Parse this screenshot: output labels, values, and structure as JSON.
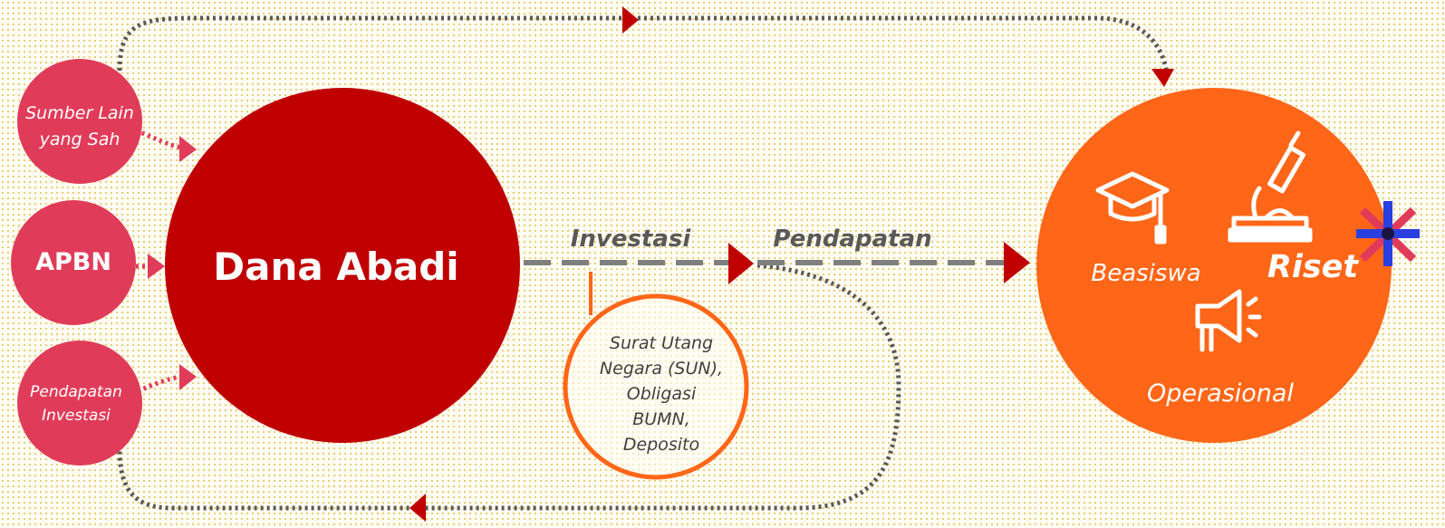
{
  "sources": {
    "sumber_lain": {
      "line1": "Sumber Lain",
      "line2": "yang Sah"
    },
    "apbn": {
      "label": "APBN"
    },
    "pendapatan_investasi": {
      "line1": "Pendapatan",
      "line2": "Investasi"
    }
  },
  "central": {
    "label": "Dana Abadi"
  },
  "flow": {
    "investasi_label": "Investasi",
    "pendapatan_label": "Pendapatan"
  },
  "instruments": {
    "line1": "Surat Utang",
    "line2": "Negara (SUN),",
    "line3": "Obligasi",
    "line4": "BUMN,",
    "line5": "Deposito"
  },
  "uses": {
    "beasiswa": "Beasiswa",
    "riset": "Riset",
    "operasional": "Operasional"
  },
  "icons": {
    "beasiswa": "graduation-cap-icon",
    "riset": "microscope-icon",
    "operasional": "megaphone-icon",
    "highlight": "asterisk-icon"
  },
  "colors": {
    "source_circle": "#e03c59",
    "central_circle": "#c00000",
    "uses_circle": "#ff6617",
    "instrument_ring": "#ff6617",
    "arrow_red": "#c00000",
    "connector_gray": "#7f7f7f",
    "dotted_path": "#595959",
    "label_text": "#595959"
  }
}
